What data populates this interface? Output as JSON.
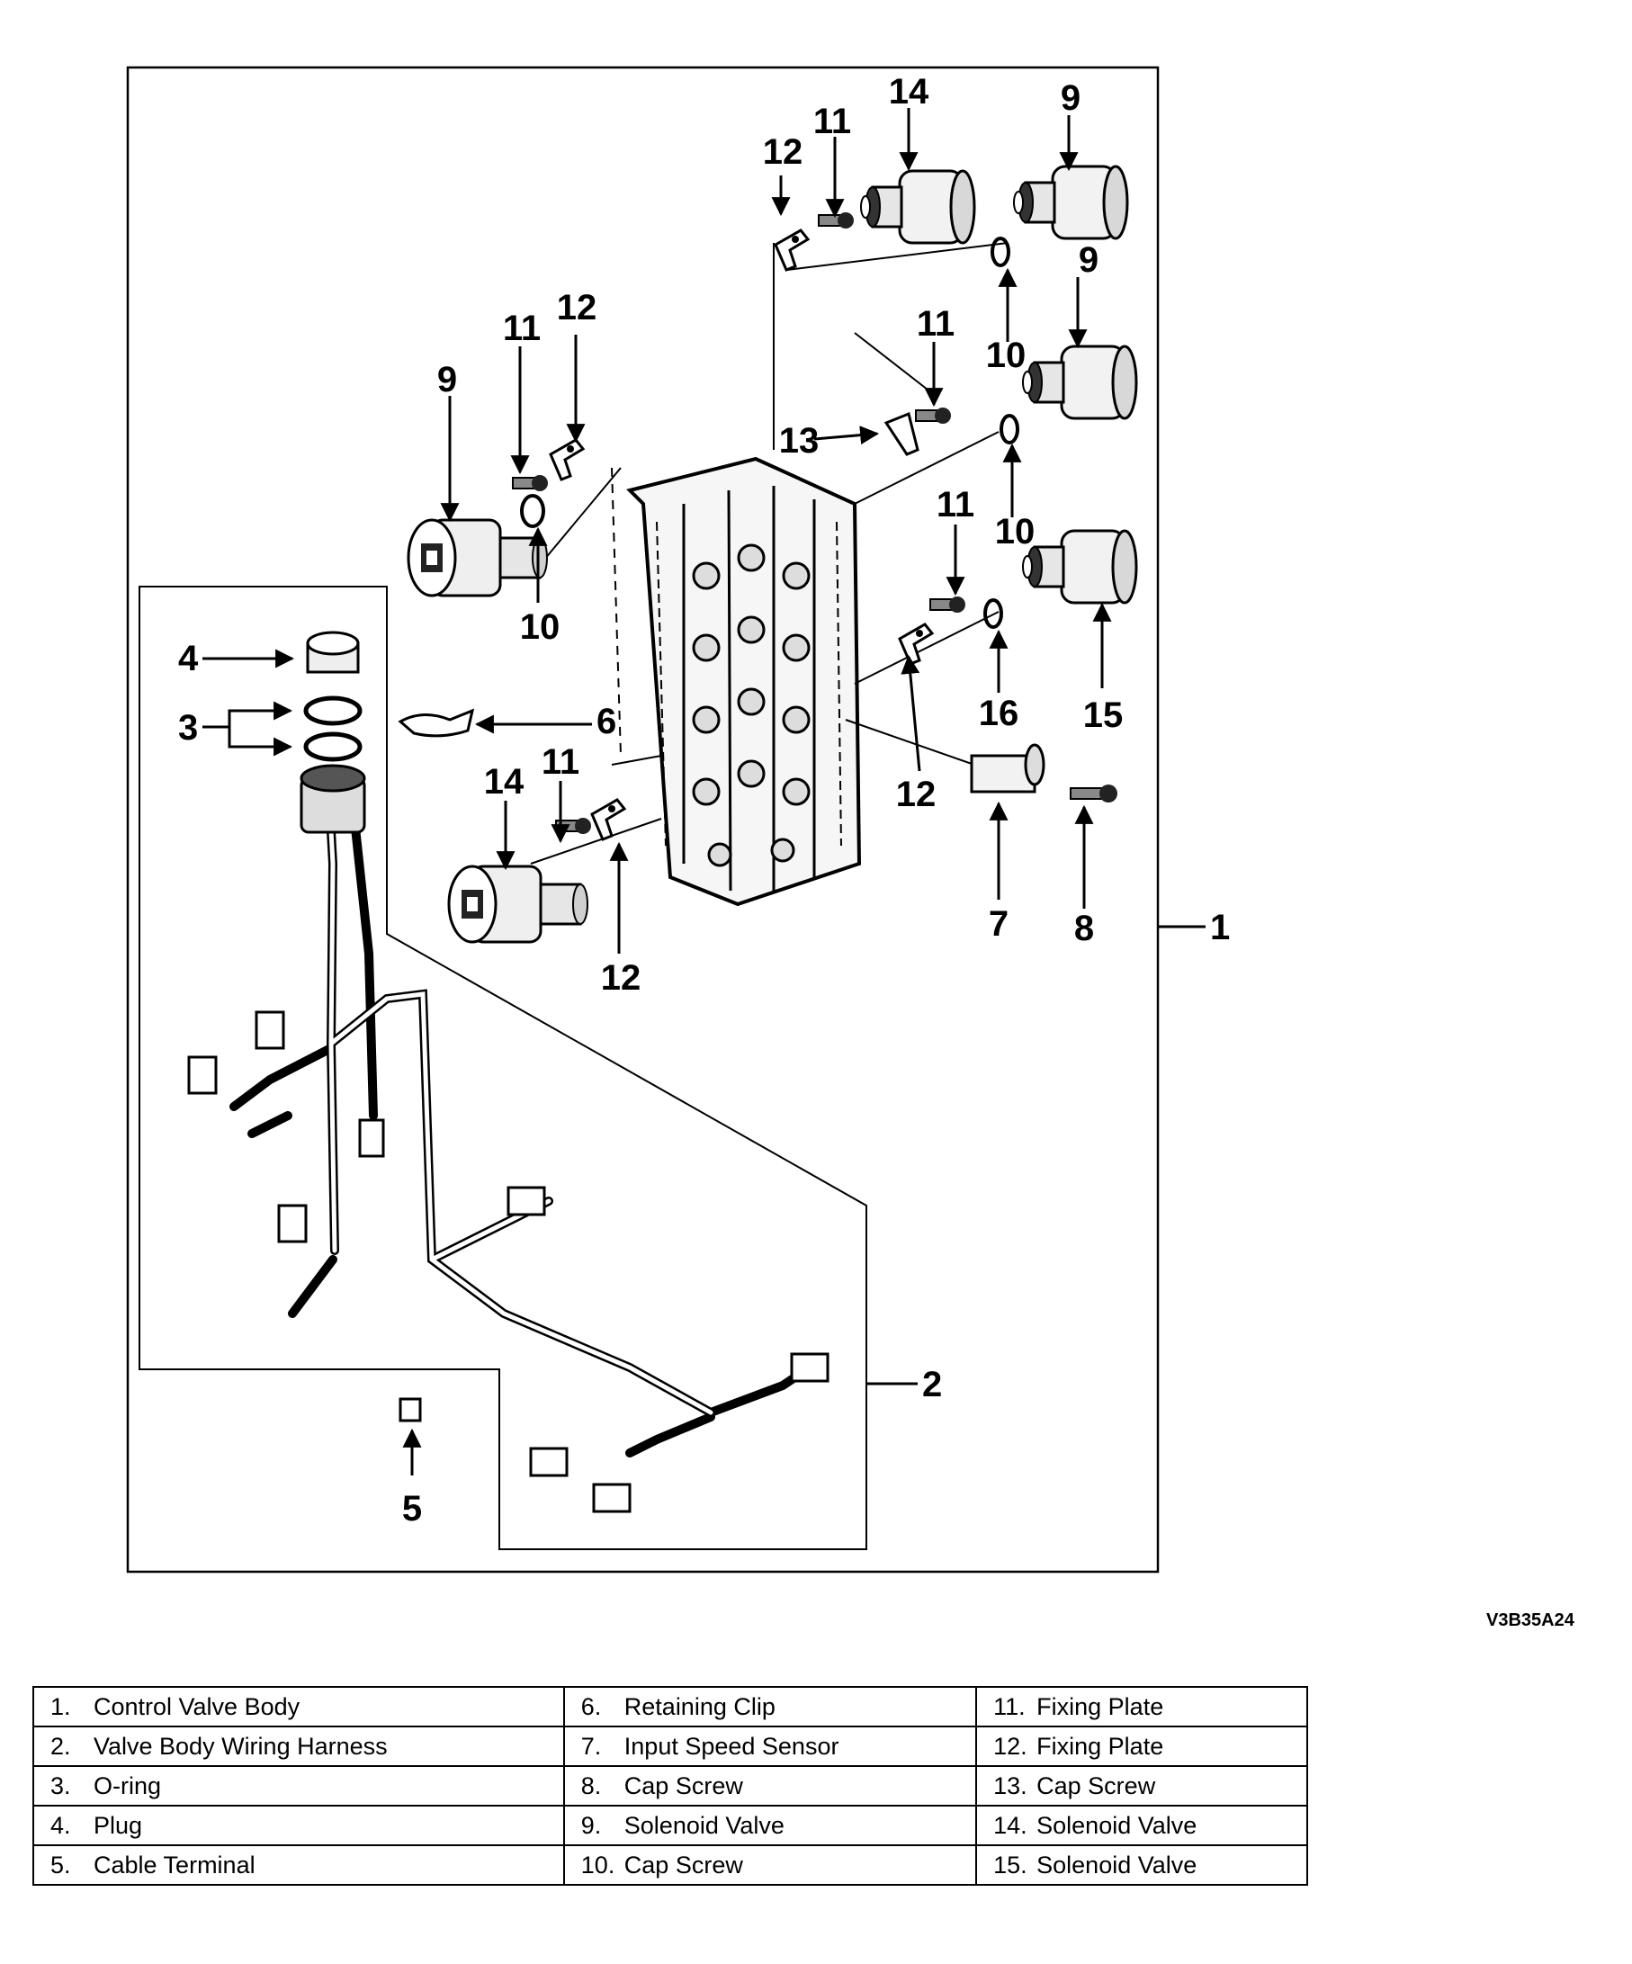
{
  "callouts": {
    "c1": "1",
    "c2": "2",
    "c3": "3",
    "c4": "4",
    "c5": "5",
    "c6": "6",
    "c7": "7",
    "c8": "8",
    "c9": "9",
    "c10": "10",
    "c11": "11",
    "c12": "12",
    "c13": "13",
    "c14": "14",
    "c15": "15",
    "c16": "16"
  },
  "figure_code": "V3B35A24",
  "legend": {
    "rows": [
      [
        {
          "no": "1.",
          "label": "Control Valve Body"
        },
        {
          "no": "6.",
          "label": "Retaining Clip"
        },
        {
          "no": "11.",
          "label": "Fixing Plate"
        }
      ],
      [
        {
          "no": "2.",
          "label": "Valve Body Wiring Harness"
        },
        {
          "no": "7.",
          "label": "Input Speed Sensor"
        },
        {
          "no": "12.",
          "label": "Fixing Plate"
        }
      ],
      [
        {
          "no": "3.",
          "label": "O-ring"
        },
        {
          "no": "8.",
          "label": "Cap Screw"
        },
        {
          "no": "13.",
          "label": "Cap Screw"
        }
      ],
      [
        {
          "no": "4.",
          "label": "Plug"
        },
        {
          "no": "9.",
          "label": "Solenoid Valve"
        },
        {
          "no": "14.",
          "label": "Solenoid Valve"
        }
      ],
      [
        {
          "no": "5.",
          "label": "Cable Terminal"
        },
        {
          "no": "10.",
          "label": "Cap Screw"
        },
        {
          "no": "15.",
          "label": "Solenoid Valve"
        }
      ]
    ]
  },
  "icons": {
    "solenoid": "solenoid-valve-icon",
    "plate": "fixing-plate-icon",
    "screw": "cap-screw-icon",
    "oring": "o-ring-icon",
    "connector": "connector-icon"
  }
}
